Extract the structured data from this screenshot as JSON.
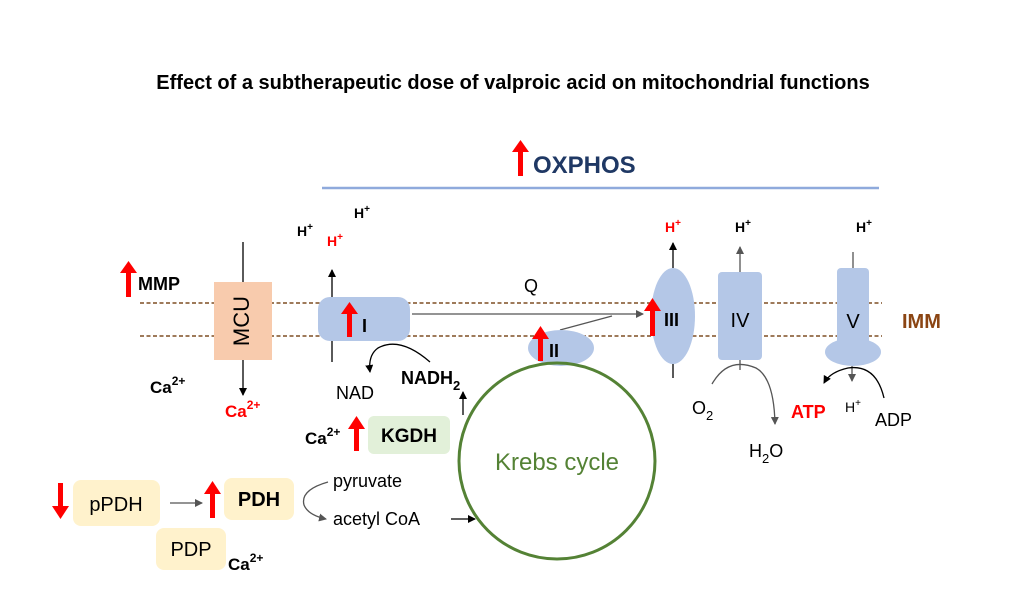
{
  "title": "Effect of a subtherapeutic dose of valproic acid on mitochondrial functions",
  "oxphos": "OXPHOS",
  "membrane_label": "IMM",
  "mmp": "MMP",
  "mcu": "MCU",
  "complexes": {
    "c1": "I",
    "c2": "II",
    "c3": "III",
    "c4": "IV",
    "c5": "V"
  },
  "proton": "H",
  "plus": "+",
  "calcium": "Ca",
  "ca_charge": "2+",
  "q": "Q",
  "nad": "NAD",
  "nadh": "NADH",
  "nadh_sub": "2",
  "kgdh": "KGDH",
  "krebs": "Krebs cycle",
  "ppdh": "pPDH",
  "pdh": "PDH",
  "pdp": "PDP",
  "pyruvate": "pyruvate",
  "acetyl_coa": "acetyl CoA",
  "o2": "O",
  "o2_sub": "2",
  "h2o_h": "H",
  "h2o_sub": "2",
  "h2o_o": "O",
  "atp": "ATP",
  "adp": "ADP",
  "colors": {
    "up_arrow": "#ff0000",
    "down_arrow": "#ff0000",
    "complex": "#b4c7e7",
    "mcu": "#f8cbad",
    "pdh_box": "#fff2cc",
    "kgdh_box": "#e2f0d9",
    "krebs": "#548235",
    "oxphos": "#1f3864",
    "oxphos_line": "#8faadc",
    "membrane": "#7f4f24",
    "imm": "#8b4513",
    "atp": "#ff0000"
  }
}
